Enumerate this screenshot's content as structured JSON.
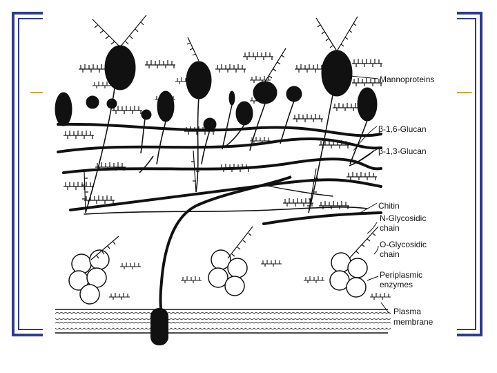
{
  "figure": {
    "labels": {
      "mannoproteins": "Mannoproteins",
      "b16glucan": "β-1,6-Glucan",
      "b13glucan": "β-1,3-Glucan",
      "chitin": "Chitin",
      "nglyco_1": "N-Glycosidic",
      "nglyco_2": "chain",
      "oglyco_1": "O-Glycosidic",
      "oglyco_2": "chain",
      "peri_1": "Periplasmic",
      "peri_2": "enzymes",
      "plasma_1": "Plasma",
      "plasma_2": "membrane"
    }
  },
  "colors": {
    "frame": "#2e3a8c",
    "accent": "#e2a03a",
    "ink": "#111111"
  }
}
